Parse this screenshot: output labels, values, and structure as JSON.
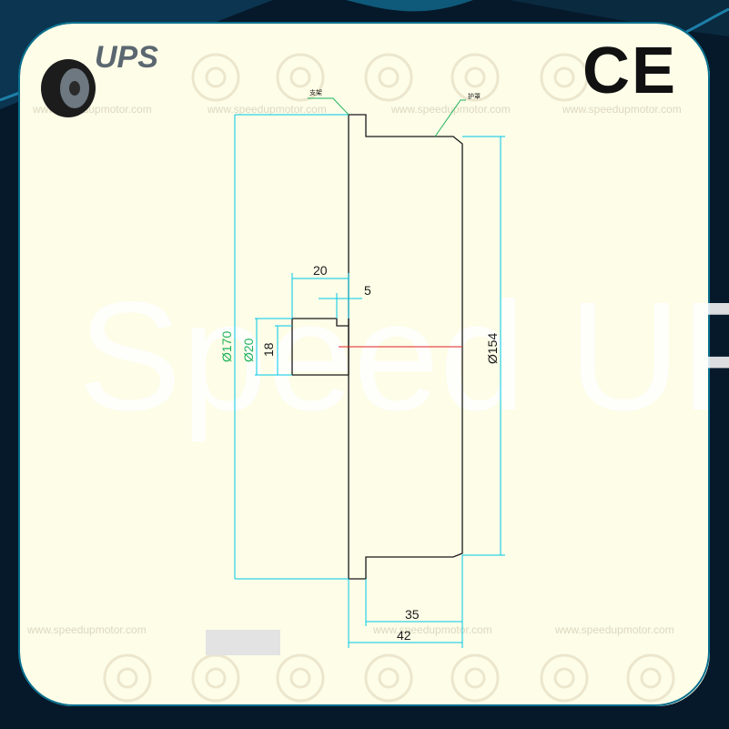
{
  "brand": {
    "logo_text": "UPS",
    "ce_mark": "CE",
    "watermark_big": "Speed UP",
    "watermark_url": "www.speedupmotor.com"
  },
  "labels": {
    "top_left_tag": "支架",
    "top_right_tag": "护罩"
  },
  "dimensions": {
    "d170": "Ø170",
    "d154": "Ø154",
    "d20": "Ø20",
    "h18": "18",
    "w20": "20",
    "w5": "5",
    "w35": "35",
    "w42": "42"
  },
  "colors": {
    "dimension_line": "#00c8e6",
    "green_text": "#1fb35a",
    "center_line": "#e02020",
    "outline": "#1a1a1a",
    "panel": "#fdfde8",
    "frame": "#06192a"
  }
}
